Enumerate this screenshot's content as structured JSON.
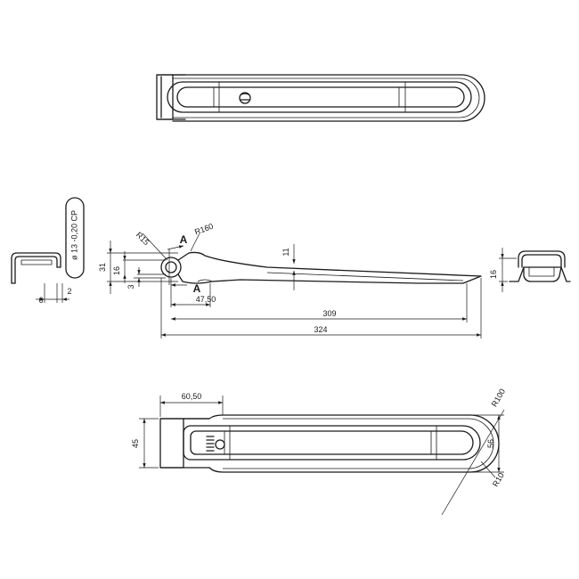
{
  "drawing": {
    "top_view": {},
    "side_view": {
      "dim_thickness": "11",
      "dim_radius_small": "R15",
      "dim_radius_large": "R160",
      "section_mark_top": "A",
      "section_mark_bottom": "A",
      "dim_overall_height": "31",
      "dim_hole_height": "16",
      "dim_hole_offset": "3",
      "dim_hole_to_step": "47,50",
      "dim_hole_to_tip": "309",
      "dim_overall_length": "324"
    },
    "hole_detail": {
      "label": "ø 13 -0,20 CP"
    },
    "section_left": {
      "dim_width_step": "6",
      "dim_lip": "2"
    },
    "section_right": {
      "dim_height": "16"
    },
    "bottom_view": {
      "dim_head_length": "60,50",
      "dim_width": "45",
      "dim_inner_width": "56",
      "dim_radius_outer": "R100",
      "dim_radius_inner": "R10"
    }
  }
}
